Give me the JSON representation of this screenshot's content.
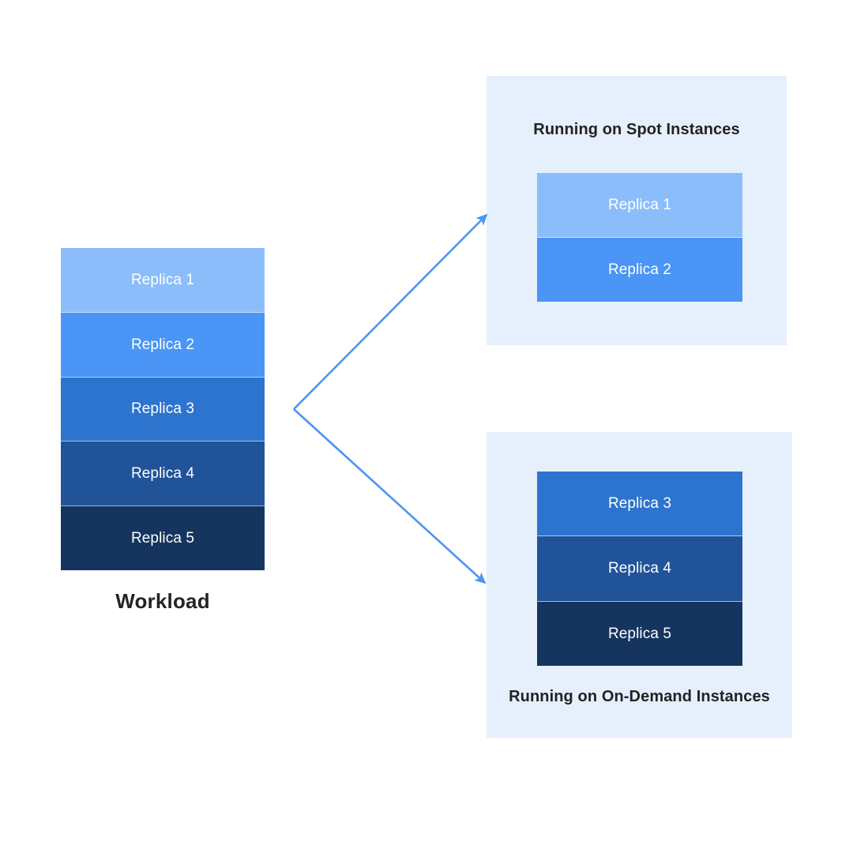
{
  "diagram": {
    "title_text_color": "#242424",
    "background": "#ffffff",
    "arrow_color": "#4d94f5",
    "panel_background": "#e6effc",
    "replica_palette": {
      "replica_1": "#8cbdfb",
      "replica_2": "#4a95f5",
      "replica_3": "#2c74ce",
      "replica_4": "#215399",
      "replica_5": "#15355f"
    }
  },
  "workload": {
    "label": "Workload",
    "replicas": [
      {
        "label": "Replica 1",
        "color": "#8cbdfb"
      },
      {
        "label": "Replica 2",
        "color": "#4a95f5"
      },
      {
        "label": "Replica 3",
        "color": "#2c74ce"
      },
      {
        "label": "Replica 4",
        "color": "#215399"
      },
      {
        "label": "Replica 5",
        "color": "#15355f"
      }
    ]
  },
  "panels": {
    "spot": {
      "title": "Running on Spot Instances",
      "replicas": [
        {
          "label": "Replica 1",
          "color": "#8cbdfb"
        },
        {
          "label": "Replica 2",
          "color": "#4a95f5"
        }
      ]
    },
    "ondemand": {
      "title": "Running on On-Demand Instances",
      "replicas": [
        {
          "label": "Replica 3",
          "color": "#2c74ce"
        },
        {
          "label": "Replica 4",
          "color": "#215399"
        },
        {
          "label": "Replica 5",
          "color": "#15355f"
        }
      ]
    }
  },
  "arrows": [
    {
      "name": "arrow-to-spot",
      "from": "workload",
      "to": "spot"
    },
    {
      "name": "arrow-to-ondemand",
      "from": "workload",
      "to": "ondemand"
    }
  ]
}
